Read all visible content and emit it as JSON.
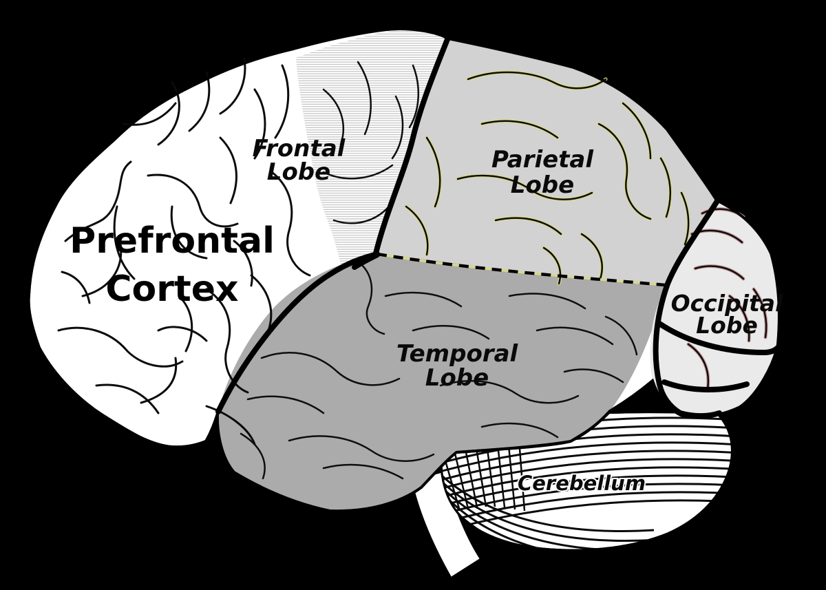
{
  "figure": {
    "description": "Lateral view human brain diagram with labeled lobes on black background"
  },
  "labels": {
    "prefrontal": {
      "line1": "Prefrontal",
      "line2": "Cortex"
    },
    "frontal": {
      "line1": "Frontal",
      "line2": "Lobe"
    },
    "parietal": {
      "line1": "Parietal",
      "line2": "Lobe"
    },
    "temporal": {
      "line1": "Temporal",
      "line2": "Lobe"
    },
    "occipital": {
      "line1": "Occipital",
      "line2": "Lobe"
    },
    "cerebellum": {
      "line1": "Cerebellum"
    }
  },
  "colors": {
    "background": "#000000",
    "cortex_white": "#ffffff",
    "parietal_fill": "#d2d2d2",
    "temporal_fill": "#ababab",
    "occipital_fill": "#eaeaea",
    "cerebellum_fill": "#ffffff",
    "stem_fill": "#ffffff",
    "sulci_line": "#0b0b0b",
    "parietal_sulci_halo": "#d8d88a",
    "occipital_sulci_halo": "#c9989a",
    "hatch_line": "#bdbdbd",
    "label_color": "#000000"
  }
}
